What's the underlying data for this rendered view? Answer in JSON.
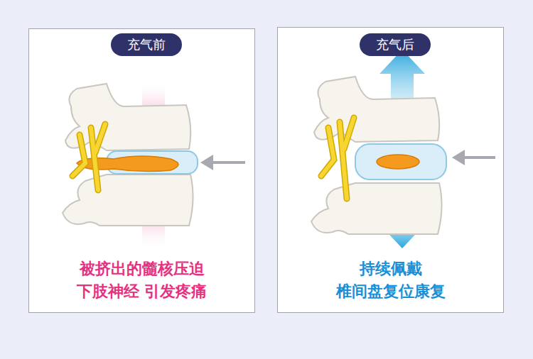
{
  "diagram": {
    "nodes": [
      {
        "text": [
          "被挤出的髓核压迫 下肢神经 引发疼痛"
        ]
      },
      {
        "text": [
          "充气前"
        ],
        "in": 0
      },
      {
        "text": [
          "持续佩戴 椎间盘复位康复"
        ]
      },
      {
        "text": [
          "充气后"
        ],
        "in": 2
      }
    ]
  }
}
